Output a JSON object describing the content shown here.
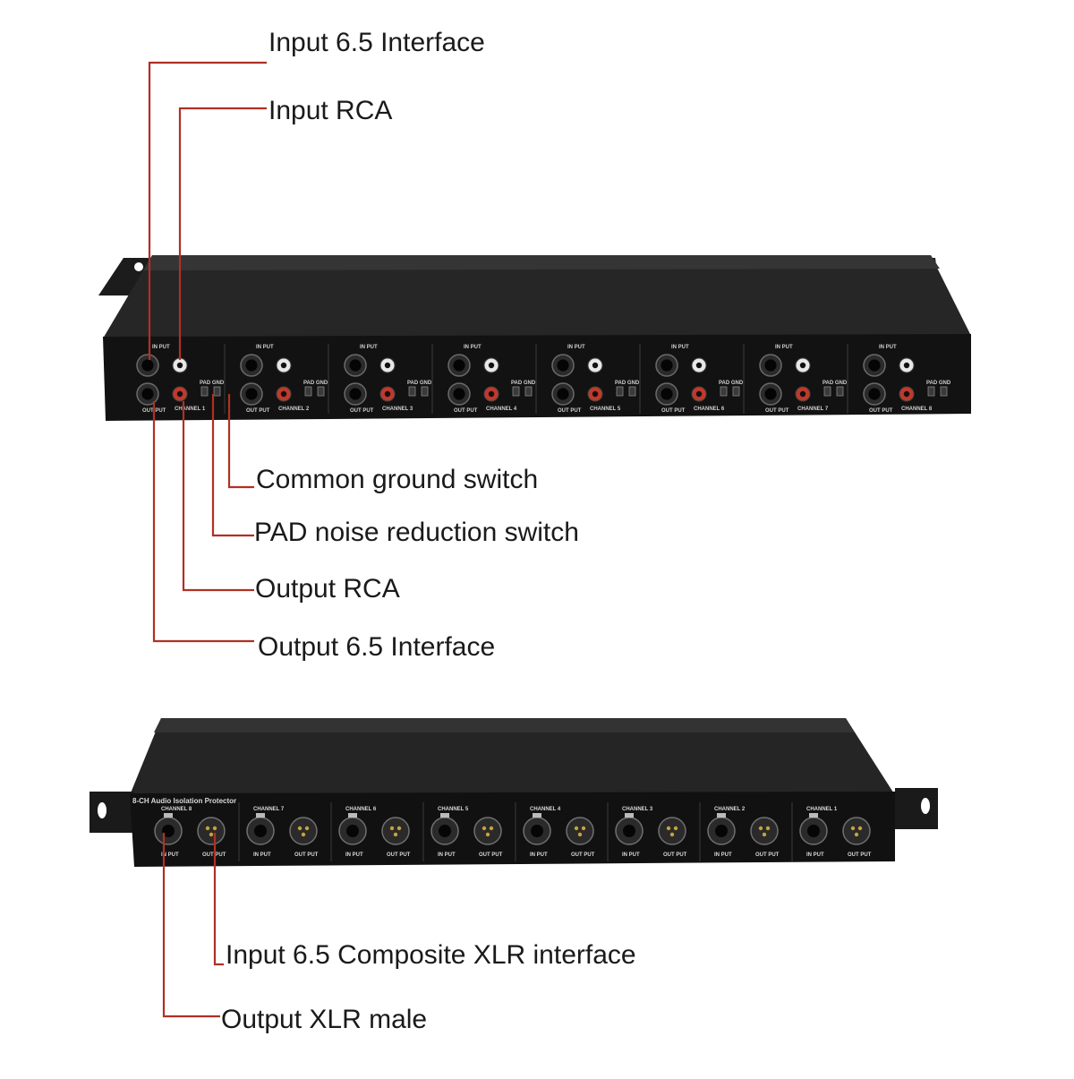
{
  "top_unit": {
    "channel_word": "CHANNEL",
    "input_word": "IN PUT",
    "output_word": "OUT PUT",
    "pad_word": "PAD",
    "gnd_word": "GND",
    "channels": [
      "1",
      "2",
      "3",
      "4",
      "5",
      "6",
      "7",
      "8"
    ]
  },
  "bottom_unit": {
    "title": "8-CH Audio Isolation Protector",
    "channel_word": "CHANNEL",
    "input_word": "IN PUT",
    "output_word": "OUT PUT",
    "channels": [
      "8",
      "7",
      "6",
      "5",
      "4",
      "3",
      "2",
      "1"
    ]
  },
  "callouts": {
    "input_65": "Input 6.5 Interface",
    "input_rca": "Input RCA",
    "common_ground": "Common ground switch",
    "pad_switch": "PAD noise reduction switch",
    "output_rca": "Output RCA",
    "output_65": "Output 6.5 Interface",
    "input_combo_xlr": "Input 6.5 Composite XLR interface",
    "output_xlr_male": "Output XLR male"
  },
  "colors": {
    "leader_line": "#c0392b",
    "chassis": "#151515",
    "chassis_top": "#2a2a2a",
    "rca_red": "#c0392b",
    "rca_white": "#e8e8e8"
  }
}
